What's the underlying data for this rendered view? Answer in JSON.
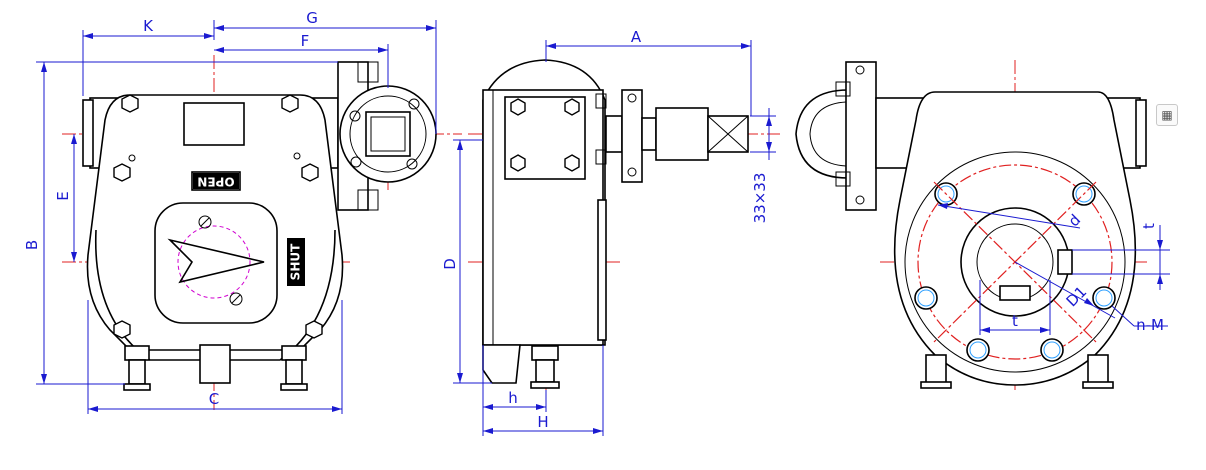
{
  "diagram": {
    "front_view": {
      "dimensions": {
        "K": "K",
        "G": "G",
        "F": "F",
        "B": "B",
        "E": "E",
        "C": "C"
      },
      "labels": {
        "open": "OPEN",
        "shut": "SHUT"
      }
    },
    "side_view": {
      "dimensions": {
        "A": "A",
        "D": "D",
        "h": "h",
        "H": "H",
        "shaft": "33×33"
      }
    },
    "rear_view": {
      "dimensions": {
        "d": "d",
        "t_top": "t",
        "D1": "D1",
        "nM": "n-M",
        "t_bottom": "t"
      }
    }
  },
  "colors": {
    "dimension": "#1a1ad0",
    "centerline": "#e02020",
    "outline": "#000000",
    "hidden": "#d000d0"
  },
  "toolbar": {
    "icon": "selection-icon"
  }
}
